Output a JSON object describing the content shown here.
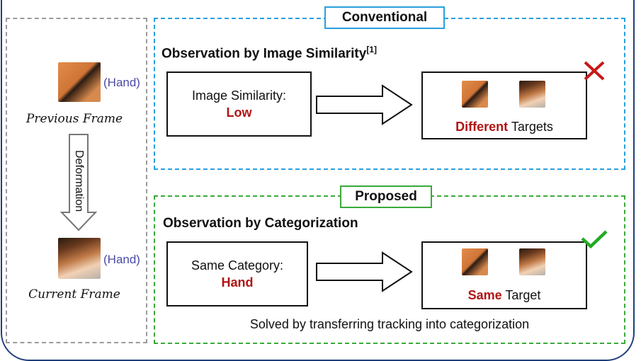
{
  "conventional": {
    "tag": "Conventional",
    "heading": "Observation by Image Similarity",
    "heading_ref": "[1]",
    "left_box": {
      "line1": "Image Similarity:",
      "line2": "Low"
    },
    "right_box": {
      "emph": "Different",
      "rest": " Targets"
    },
    "result_mark": "cross-icon"
  },
  "proposed": {
    "tag": "Proposed",
    "heading": "Observation by Categorization",
    "left_box": {
      "line1": "Same Category:",
      "line2": "Hand"
    },
    "right_box": {
      "emph": "Same",
      "rest": " Target"
    },
    "result_mark": "check-icon",
    "footer": "Solved by transferring tracking into categorization"
  },
  "left": {
    "prev_label": "Previous Frame",
    "cur_label": "Current Frame",
    "hand_label": "(Hand)",
    "arrow_label": "Deformation"
  },
  "colors": {
    "frame": "#1f3f7a",
    "conventional": "#2a9fe0",
    "proposed": "#3aaa3a",
    "emphasis": "#b11414",
    "hand_label": "#4a4aa8",
    "cross": "#c81818",
    "check": "#22aa22"
  }
}
